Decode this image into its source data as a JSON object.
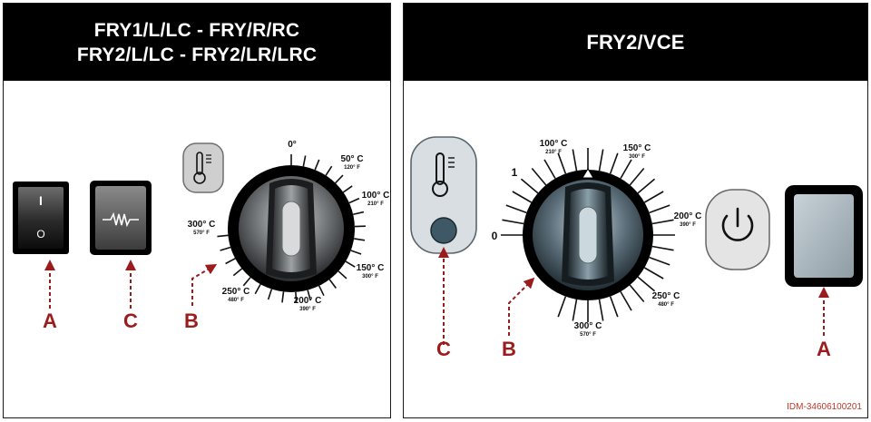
{
  "left_panel": {
    "title_line1": "FRY1/L/LC - FRY/R/RC",
    "title_line2": "FRY2/L/LC - FRY2/LR/LRC",
    "rocker_symbols": [
      "I",
      "O"
    ],
    "dial_labels": [
      {
        "c": "0°",
        "f": ""
      },
      {
        "c": "50° C",
        "f": "120° F"
      },
      {
        "c": "100° C",
        "f": "210° F"
      },
      {
        "c": "150° C",
        "f": "300° F"
      },
      {
        "c": "200° C",
        "f": "390° F"
      },
      {
        "c": "250° C",
        "f": "480° F"
      },
      {
        "c": "300° C",
        "f": "570° F"
      }
    ],
    "callouts": [
      "A",
      "C",
      "B"
    ]
  },
  "right_panel": {
    "title": "FRY2/VCE",
    "dial_labels": [
      {
        "c": "0",
        "f": ""
      },
      {
        "c": "1",
        "f": ""
      },
      {
        "c": "100° C",
        "f": "210° F"
      },
      {
        "c": "150° C",
        "f": "300° F"
      },
      {
        "c": "200° C",
        "f": "390° F"
      },
      {
        "c": "250° C",
        "f": "480° F"
      },
      {
        "c": "300° C",
        "f": "570° F"
      }
    ],
    "callouts": [
      "C",
      "B",
      "A"
    ]
  },
  "document_id": "IDM-34606100201",
  "colors": {
    "callout": "#9b1c1c",
    "document_id": "#c0392b",
    "header": "#000000"
  },
  "icons": [
    "thermometer-icon",
    "heating-element-icon",
    "power-icon",
    "indicator-lamp"
  ]
}
